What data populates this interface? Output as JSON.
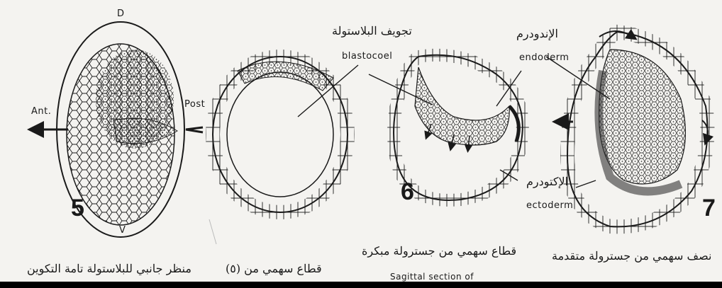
{
  "labels": {
    "dorsal": "D",
    "ventral": "V",
    "anterior": "Ant.",
    "posterior": "Post",
    "blastocoel_en": "blastocoel",
    "blastocoel_ar": "تجويف البلاستولة",
    "endoderm_en": "endoderm",
    "endoderm_ar": "الإندودرم",
    "ectoderm_en": "ectoderm",
    "ectoderm_ar": "الإكتودرم"
  },
  "figure_numbers": {
    "fig5": "5",
    "fig6": "6",
    "fig7": "7"
  },
  "captions": {
    "cap1": "منظر جانبي للبلاستولة تامة التكوين",
    "cap2": "قطاع سهمي من (٥)",
    "cap3": "قطاع سهمي من جسترولة مبكرة",
    "cap3_en": "Sagittal section of",
    "cap4": "نصف سهمي من جسترولة متقدمة"
  },
  "colors": {
    "ink": "#1a1a1a",
    "paper": "#f4f3f0",
    "stipple": "#555555"
  }
}
